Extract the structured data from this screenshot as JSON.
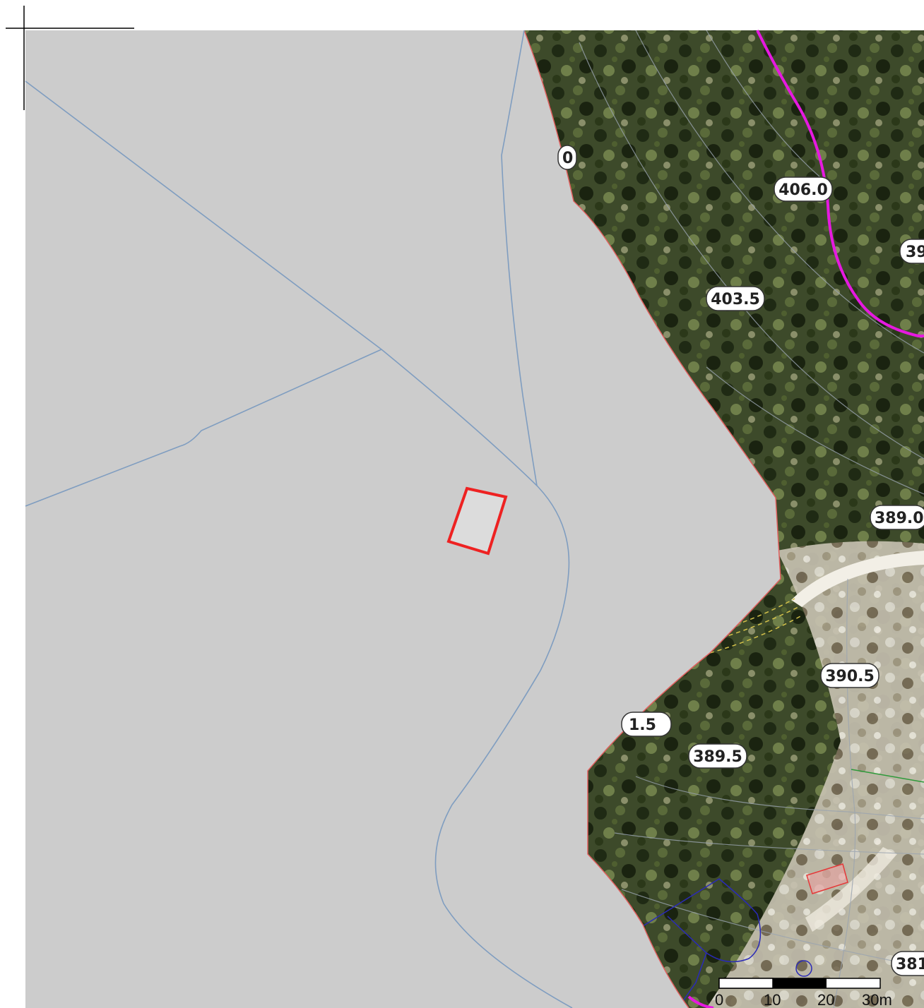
{
  "map": {
    "contour_labels": [
      "406.0",
      "403.5",
      "389.0",
      "390.5",
      "389.5",
      "39",
      "381",
      "1.5",
      "0"
    ],
    "scale_bar": {
      "ticks": [
        "0",
        "10",
        "20",
        "30m"
      ],
      "unit": "m"
    },
    "colors": {
      "masked_area": "#cccccc",
      "parcel_line": "#7f9dc0",
      "selected_building": "#ee2222",
      "boundary_magenta": "#e619e0",
      "mask_edge": "#e06060",
      "road_dashes": "#d4c24a",
      "blue_parcel": "#2a2ab8",
      "green_line": "#2e9a3a"
    }
  }
}
